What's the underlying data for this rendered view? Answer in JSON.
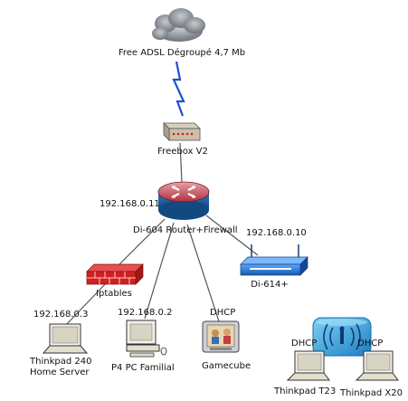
{
  "internet": {
    "label": "Free ADSL Dégroupé 4,7 Mb",
    "icon": "cloud-icon"
  },
  "modem": {
    "label": "Freebox V2",
    "icon": "modem-icon"
  },
  "router": {
    "label": "Di-604 Router+Firewall",
    "ip": "192.168.0.11",
    "icon": "router-icon"
  },
  "firewall": {
    "label": "Iptables",
    "icon": "firewall-icon"
  },
  "access_point": {
    "label": "Di-614+",
    "ip": "192.168.0.10",
    "icon": "access-point-icon"
  },
  "wireless_hub": {
    "icon": "wireless-hub-icon"
  },
  "hosts": [
    {
      "name": "Thinkpad 240",
      "name2": "Home Server",
      "ip": "192.168.0.3",
      "icon": "laptop-icon"
    },
    {
      "name": "P4 PC Familial",
      "ip": "192.168.0.2",
      "icon": "desktop-pc-icon"
    },
    {
      "name": "Gamecube",
      "ip": "DHCP",
      "icon": "gamecube-icon"
    },
    {
      "name": "Thinkpad T23",
      "ip": "DHCP",
      "icon": "laptop-icon"
    },
    {
      "name": "Thinkpad X20",
      "ip": "DHCP",
      "icon": "laptop-icon"
    }
  ],
  "colors": {
    "cloud": "#8a8f96",
    "link": "#1f4fd1",
    "router": "#1f5f9f",
    "firewall": "#d22020",
    "access_point": "#2a72c8",
    "hub": "#2aa0e0"
  }
}
